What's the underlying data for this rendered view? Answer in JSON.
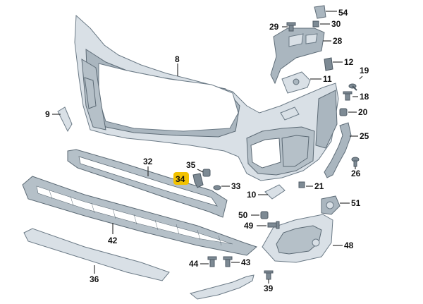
{
  "diagram": {
    "callouts": {
      "c8": "8",
      "c9": "9",
      "c10": "10",
      "c11": "11",
      "c12": "12",
      "c18": "18",
      "c19": "19",
      "c20": "20",
      "c21": "21",
      "c25": "25",
      "c26": "26",
      "c28": "28",
      "c29": "29",
      "c30": "30",
      "c32": "32",
      "c33": "33",
      "c34": "34",
      "c35": "35",
      "c36": "36",
      "c39": "39",
      "c42": "42",
      "c43": "43",
      "c44": "44",
      "c48": "48",
      "c49": "49",
      "c50": "50",
      "c51": "51",
      "c54": "54"
    },
    "highlight_color": "#f2c200"
  }
}
